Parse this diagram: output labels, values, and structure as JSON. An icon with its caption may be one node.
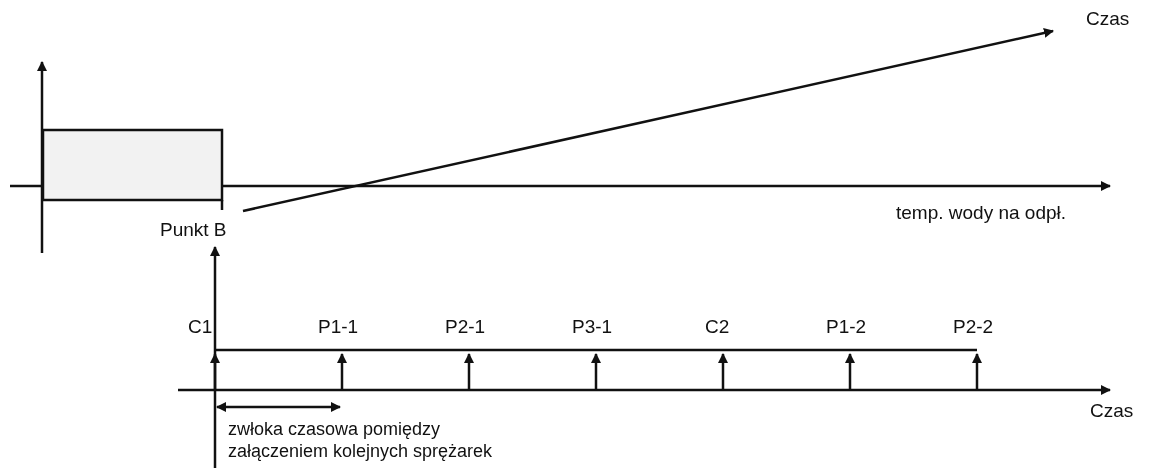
{
  "diagram": {
    "nodes": [
      {
        "text": [],
        "shape": "box"
      },
      {
        "text": [
          "Punkt B"
        ]
      }
    ],
    "edges": [
      {
        "from": null,
        "to": 1,
        "arrow": "to"
      }
    ],
    "labels": [
      "Czas",
      "temp. wody na odpł.",
      "C1",
      "P1-1",
      "P2-1",
      "P3-1",
      "C2",
      "P1-2",
      "P2-2",
      "Czas",
      "zwłoka czasowa pomiędzy załączeniem kolejnych sprężarek"
    ]
  }
}
